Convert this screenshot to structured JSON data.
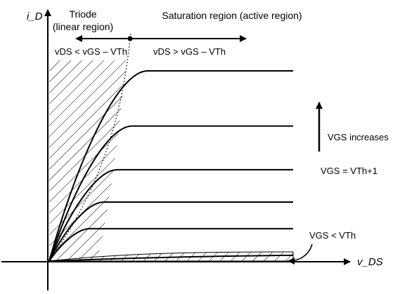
{
  "chart_data": {
    "type": "line",
    "title": "",
    "xlabel": "v_DS",
    "ylabel": "i_D",
    "annotations": {
      "triode_title": "Triode",
      "triode_subtitle": "(linear region)",
      "saturation_title": "Saturation region (active region)",
      "triode_condition": "vDS < vGS – VTh",
      "saturation_condition": "vDS > vGS – VTh",
      "vgs_increases": "VGS increases",
      "vgs_label": "VGS = VTh+1",
      "cutoff_label": "VGS < VTh"
    },
    "series": [
      {
        "values": [
          0.03
        ]
      },
      {
        "values": [
          0.17
        ]
      },
      {
        "values": [
          0.31
        ]
      },
      {
        "values": [
          0.48
        ]
      },
      {
        "values": [
          0.71
        ]
      },
      {
        "values": [
          1.0
        ]
      }
    ]
  }
}
